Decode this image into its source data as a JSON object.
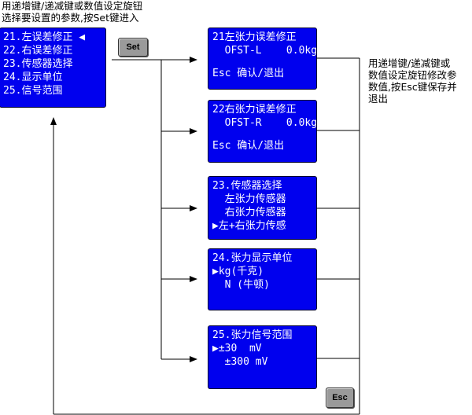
{
  "top_note": "用递增键/递减键或数值设定旋钮\n选择要设置的参数,按Set键进入",
  "right_note": "用递增键/递减键或\n数值设定旋钮修改参\n数值,按Esc键保存并\n退出",
  "menu": {
    "items": [
      "21.左误差修正 ◀",
      "22.右误差修正",
      "23.传感器选择",
      "24.显示单位",
      "25.信号范围"
    ]
  },
  "buttons": {
    "set": "Set",
    "esc": "Esc"
  },
  "screens": [
    {
      "lines": [
        "21左张力误差修正",
        "  OFST-L    0.0kg",
        "",
        "",
        "Esc 确认/退出"
      ]
    },
    {
      "lines": [
        "22右张力误差修正",
        "  OFST-R    0.0kg",
        "",
        "",
        "Esc 确认/退出"
      ]
    },
    {
      "lines": [
        "23.传感器选择",
        "  左张力传感器",
        "  右张力传感器",
        "▶左+右张力传感"
      ]
    },
    {
      "lines": [
        "24.张力显示单位",
        "▶kg(千克)",
        "  N (牛顿)"
      ]
    },
    {
      "lines": [
        "25.张力信号范围",
        "▶±30  mV",
        "  ±300 mV"
      ]
    }
  ]
}
